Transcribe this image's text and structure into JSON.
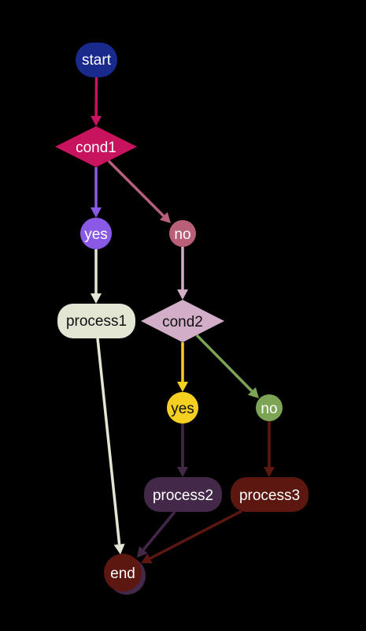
{
  "nodes": {
    "start": {
      "label": "start",
      "color": "#1a2a8c",
      "text_color": "#ffffff"
    },
    "cond1": {
      "label": "cond1",
      "color": "#c8135e",
      "text_color": "#ffffff"
    },
    "yes1": {
      "label": "yes",
      "color": "#8a5ae6",
      "text_color": "#ffffff"
    },
    "no1": {
      "label": "no",
      "color": "#b8607a",
      "text_color": "#ffffff"
    },
    "process1": {
      "label": "process1",
      "color": "#e2e6d2",
      "text_color": "#111111"
    },
    "cond2": {
      "label": "cond2",
      "color": "#d2aec8",
      "text_color": "#111111"
    },
    "yes2": {
      "label": "yes",
      "color": "#f5d020",
      "text_color": "#111111"
    },
    "no2": {
      "label": "no",
      "color": "#7ca455",
      "text_color": "#ffffff"
    },
    "process2": {
      "label": "process2",
      "color": "#44284a",
      "text_color": "#ffffff"
    },
    "process3": {
      "label": "process3",
      "color": "#5c1710",
      "text_color": "#ffffff"
    },
    "end": {
      "label": "end",
      "color": "#5c1710",
      "text_color": "#ffffff"
    }
  },
  "edges": [
    {
      "from": "start",
      "to": "cond1",
      "color": "#c8135e"
    },
    {
      "from": "cond1",
      "to": "yes1",
      "color": "#8a5ae6"
    },
    {
      "from": "cond1",
      "to": "no1",
      "color": "#b8607a"
    },
    {
      "from": "yes1",
      "to": "process1",
      "color": "#e2e6d2"
    },
    {
      "from": "no1",
      "to": "cond2",
      "color": "#d2aec8"
    },
    {
      "from": "cond2",
      "to": "yes2",
      "color": "#f5d020"
    },
    {
      "from": "cond2",
      "to": "no2",
      "color": "#7ca455"
    },
    {
      "from": "process1",
      "to": "end",
      "color": "#e2e6d2"
    },
    {
      "from": "yes2",
      "to": "process2",
      "color": "#44284a"
    },
    {
      "from": "no2",
      "to": "process3",
      "color": "#5c1710"
    },
    {
      "from": "process2",
      "to": "end",
      "color": "#44284a"
    },
    {
      "from": "process3",
      "to": "end",
      "color": "#5c1710"
    }
  ]
}
